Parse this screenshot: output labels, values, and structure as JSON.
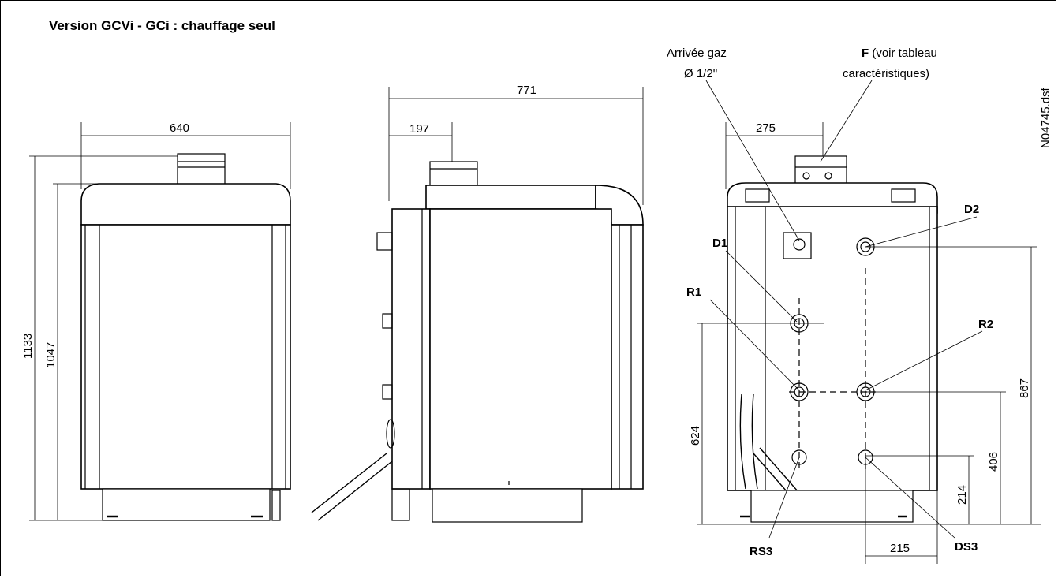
{
  "title": "Version GCVi - GCi : chauffage seul",
  "reference": "N04745.dsf",
  "dimensions": {
    "front_width": "640",
    "front_height_total": "1133",
    "front_height_body": "1047",
    "side_depth": "771",
    "side_flue_offset": "197",
    "back_flue_offset": "275",
    "back_left_height": "624",
    "back_right_height": "867",
    "back_r2_height": "406",
    "back_ds3_height": "214",
    "back_ds3_offset": "215"
  },
  "annotations": {
    "gas_line1": "Arrivée gaz",
    "gas_line2": "Ø 1/2''",
    "f_bold": "F",
    "f_line1_rest": " (voir tableau",
    "f_line2": "caractéristiques)"
  },
  "labels": {
    "d1": "D1",
    "d2": "D2",
    "r1": "R1",
    "r2": "R2",
    "rs3": "RS3",
    "ds3": "DS3"
  }
}
